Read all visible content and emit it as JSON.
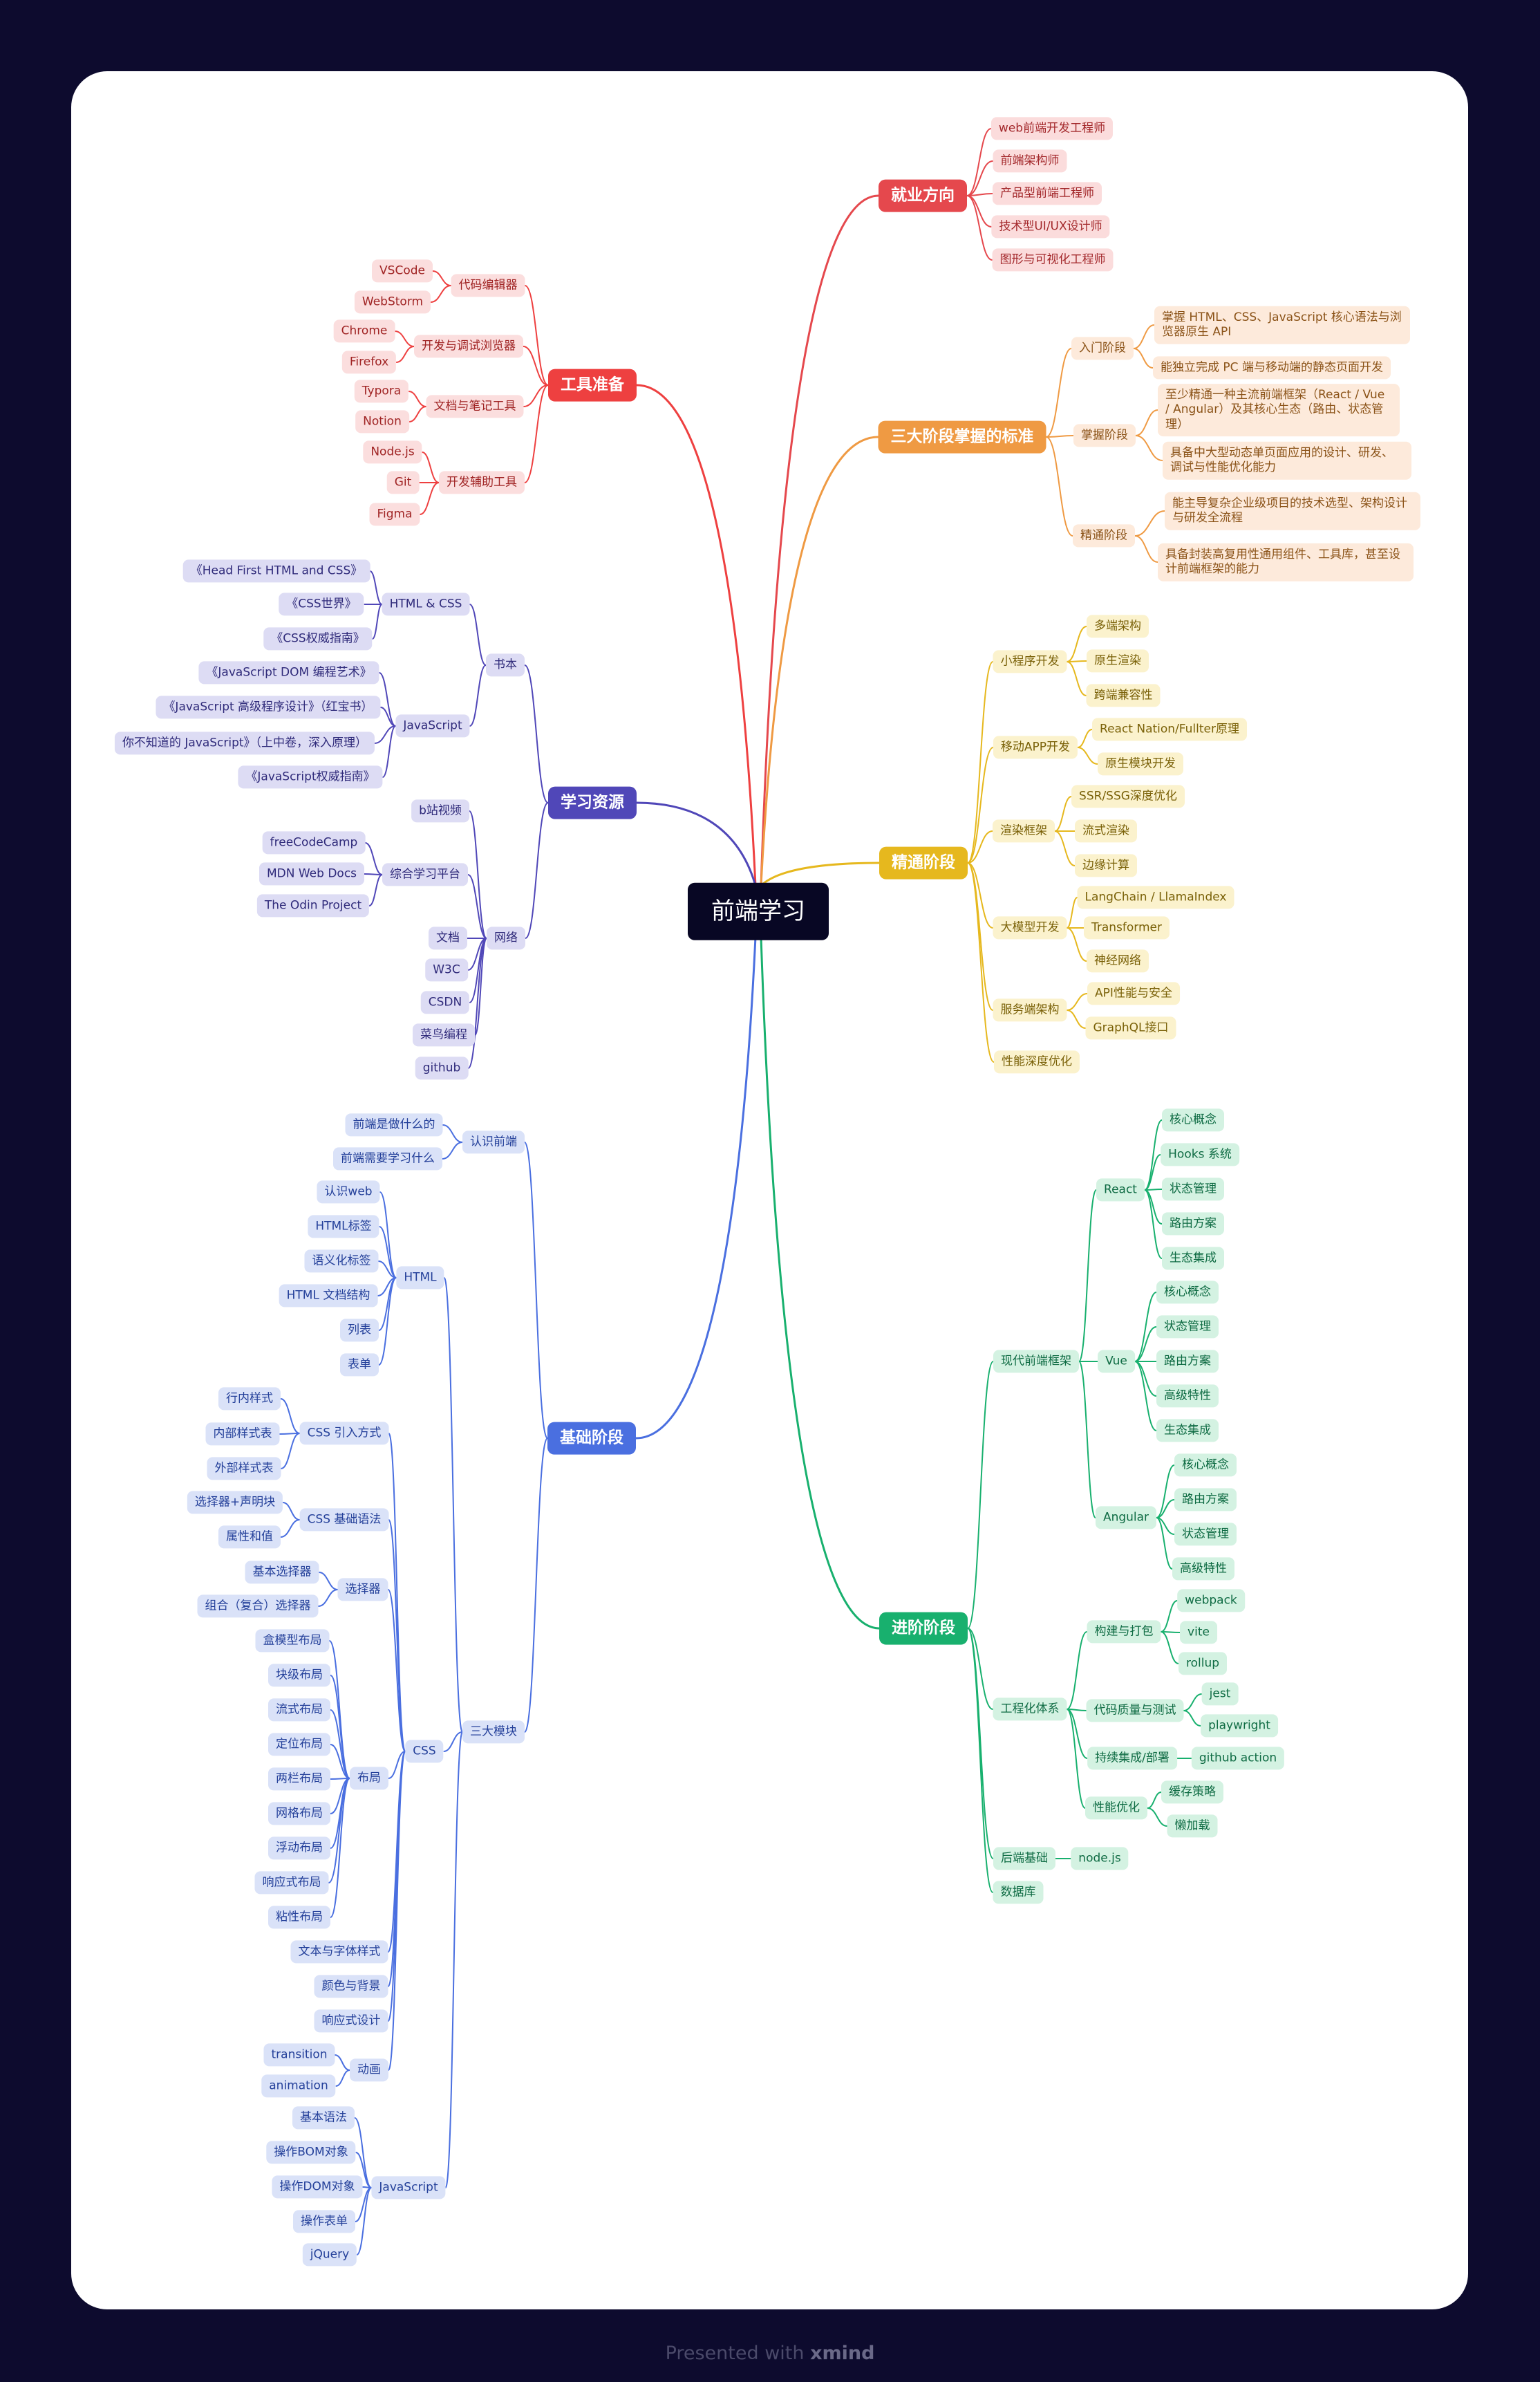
{
  "footer": {
    "presented": "Presented with",
    "brand": "xmind"
  },
  "colors": {
    "background": "#0d0b2e",
    "card": "#ffffff",
    "root": "#080724"
  },
  "mindmap": {
    "root": "前端学习",
    "branches": [
      {
        "label": "就业方向",
        "color": "#e5484d",
        "light": "#fbdcdc",
        "text": "#a3282b",
        "children": [
          {
            "label": "web前端开发工程师"
          },
          {
            "label": "前端架构师"
          },
          {
            "label": "产品型前端工程师"
          },
          {
            "label": "技术型UI/UX设计师"
          },
          {
            "label": "图形与可视化工程师"
          }
        ]
      },
      {
        "label": "三大阶段掌握的标准",
        "color": "#ef9a43",
        "light": "#fdeadb",
        "text": "#8b5318",
        "children": [
          {
            "label": "入门阶段",
            "children": [
              {
                "label": "掌握 HTML、CSS、JavaScript 核心语法与浏览器原生 API"
              },
              {
                "label": "能独立完成 PC 端与移动端的静态页面开发"
              }
            ]
          },
          {
            "label": "掌握阶段",
            "children": [
              {
                "label": "至少精通一种主流前端框架（React / Vue / Angular）及其核心生态（路由、状态管理）"
              },
              {
                "label": "具备中大型动态单页面应用的设计、研发、调试与性能优化能力"
              }
            ]
          },
          {
            "label": "精通阶段",
            "children": [
              {
                "label": "能主导复杂企业级项目的技术选型、架构设计与研发全流程"
              },
              {
                "label": "具备封装高复用性通用组件、工具库，甚至设计前端框架的能力"
              }
            ]
          }
        ]
      },
      {
        "label": "精通阶段",
        "color": "#e6b81e",
        "light": "#fbf2cd",
        "text": "#7a6108",
        "children": [
          {
            "label": "小程序开发",
            "children": [
              {
                "label": "多端架构"
              },
              {
                "label": "原生渲染"
              },
              {
                "label": "跨端兼容性"
              }
            ]
          },
          {
            "label": "移动APP开发",
            "children": [
              {
                "label": "React Nation/Fullter原理"
              },
              {
                "label": "原生模块开发"
              }
            ]
          },
          {
            "label": "渲染框架",
            "children": [
              {
                "label": "SSR/SSG深度优化"
              },
              {
                "label": "流式渲染"
              },
              {
                "label": "边缘计算"
              }
            ]
          },
          {
            "label": "大模型开发",
            "children": [
              {
                "label": "LangChain / LlamaIndex"
              },
              {
                "label": "Transformer"
              },
              {
                "label": "神经网络"
              }
            ]
          },
          {
            "label": "服务端架构",
            "children": [
              {
                "label": "API性能与安全"
              },
              {
                "label": "GraphQL接口"
              }
            ]
          },
          {
            "label": "性能深度优化"
          }
        ]
      },
      {
        "label": "进阶阶段",
        "color": "#18b06e",
        "light": "#d4f2e2",
        "text": "#0e6b43",
        "children": [
          {
            "label": "现代前端框架",
            "children": [
              {
                "label": "React",
                "children": [
                  {
                    "label": "核心概念"
                  },
                  {
                    "label": "Hooks 系统"
                  },
                  {
                    "label": "状态管理"
                  },
                  {
                    "label": "路由方案"
                  },
                  {
                    "label": "生态集成"
                  }
                ]
              },
              {
                "label": "Vue",
                "children": [
                  {
                    "label": "核心概念"
                  },
                  {
                    "label": "状态管理"
                  },
                  {
                    "label": "路由方案"
                  },
                  {
                    "label": "高级特性"
                  },
                  {
                    "label": "生态集成"
                  }
                ]
              },
              {
                "label": "Angular",
                "children": [
                  {
                    "label": "核心概念"
                  },
                  {
                    "label": "路由方案"
                  },
                  {
                    "label": "状态管理"
                  },
                  {
                    "label": "高级特性"
                  }
                ]
              }
            ]
          },
          {
            "label": "工程化体系",
            "children": [
              {
                "label": "构建与打包",
                "children": [
                  {
                    "label": "webpack"
                  },
                  {
                    "label": "vite"
                  },
                  {
                    "label": "rollup"
                  }
                ]
              },
              {
                "label": "代码质量与测试",
                "children": [
                  {
                    "label": "jest"
                  },
                  {
                    "label": "playwright"
                  }
                ]
              },
              {
                "label": "持续集成/部署",
                "children": [
                  {
                    "label": "github action"
                  }
                ]
              },
              {
                "label": "性能优化",
                "children": [
                  {
                    "label": "缓存策略"
                  },
                  {
                    "label": "懒加载"
                  }
                ]
              }
            ]
          },
          {
            "label": "后端基础",
            "children": [
              {
                "label": "node.js"
              }
            ]
          },
          {
            "label": "数据库"
          }
        ]
      },
      {
        "label": "工具准备",
        "color": "#ee4040",
        "light": "#fbdede",
        "text": "#a02424",
        "children": [
          {
            "label": "代码编辑器",
            "children": [
              {
                "label": "VSCode"
              },
              {
                "label": "WebStorm"
              }
            ]
          },
          {
            "label": "开发与调试浏览器",
            "children": [
              {
                "label": "Chrome"
              },
              {
                "label": "Firefox"
              }
            ]
          },
          {
            "label": "文档与笔记工具",
            "children": [
              {
                "label": "Typora"
              },
              {
                "label": "Notion"
              }
            ]
          },
          {
            "label": "开发辅助工具",
            "children": [
              {
                "label": "Node.js"
              },
              {
                "label": "Git"
              },
              {
                "label": "Figma"
              }
            ]
          }
        ]
      },
      {
        "label": "学习资源",
        "color": "#5047b8",
        "light": "#dddcf4",
        "text": "#2f2a7a",
        "children": [
          {
            "label": "书本",
            "children": [
              {
                "label": "HTML & CSS",
                "children": [
                  {
                    "label": "《Head First HTML and CSS》"
                  },
                  {
                    "label": "《CSS世界》"
                  },
                  {
                    "label": "《CSS权威指南》"
                  }
                ]
              },
              {
                "label": "JavaScript",
                "children": [
                  {
                    "label": "《JavaScript DOM 编程艺术》"
                  },
                  {
                    "label": "《JavaScript 高级程序设计》（红宝书）"
                  },
                  {
                    "label": "你不知道的 JavaScript》（上中卷，深入原理）"
                  },
                  {
                    "label": "《JavaScript权威指南》"
                  }
                ]
              }
            ]
          },
          {
            "label": "网络",
            "children": [
              {
                "label": "b站视频"
              },
              {
                "label": "综合学习平台",
                "children": [
                  {
                    "label": "freeCodeCamp"
                  },
                  {
                    "label": "MDN Web Docs"
                  },
                  {
                    "label": "The Odin Project"
                  }
                ]
              },
              {
                "label": "文档"
              },
              {
                "label": "W3C"
              },
              {
                "label": "CSDN"
              },
              {
                "label": "菜鸟编程"
              },
              {
                "label": "github"
              }
            ]
          }
        ]
      },
      {
        "label": "基础阶段",
        "color": "#4a6fe0",
        "light": "#dae2f8",
        "text": "#24409a",
        "children": [
          {
            "label": "认识前端",
            "children": [
              {
                "label": "前端是做什么的"
              },
              {
                "label": "前端需要学习什么"
              }
            ]
          },
          {
            "label": "三大模块",
            "children": [
              {
                "label": "HTML",
                "children": [
                  {
                    "label": "认识web"
                  },
                  {
                    "label": "HTML标签"
                  },
                  {
                    "label": "语义化标签"
                  },
                  {
                    "label": "HTML 文档结构"
                  },
                  {
                    "label": "列表"
                  },
                  {
                    "label": "表单"
                  }
                ]
              },
              {
                "label": "CSS",
                "children": [
                  {
                    "label": "CSS 引入方式",
                    "children": [
                      {
                        "label": "行内样式"
                      },
                      {
                        "label": "内部样式表"
                      },
                      {
                        "label": "外部样式表"
                      }
                    ]
                  },
                  {
                    "label": "CSS 基础语法",
                    "children": [
                      {
                        "label": "选择器+声明块"
                      },
                      {
                        "label": "属性和值"
                      }
                    ]
                  },
                  {
                    "label": "选择器",
                    "children": [
                      {
                        "label": "基本选择器"
                      },
                      {
                        "label": "组合（复合）选择器"
                      }
                    ]
                  },
                  {
                    "label": "布局",
                    "children": [
                      {
                        "label": "盒模型布局"
                      },
                      {
                        "label": "块级布局"
                      },
                      {
                        "label": "流式布局"
                      },
                      {
                        "label": "定位布局"
                      },
                      {
                        "label": "两栏布局"
                      },
                      {
                        "label": "网格布局"
                      },
                      {
                        "label": "浮动布局"
                      },
                      {
                        "label": "响应式布局"
                      },
                      {
                        "label": "粘性布局"
                      }
                    ]
                  },
                  {
                    "label": "文本与字体样式"
                  },
                  {
                    "label": "颜色与背景"
                  },
                  {
                    "label": "响应式设计"
                  },
                  {
                    "label": "动画",
                    "children": [
                      {
                        "label": "transition"
                      },
                      {
                        "label": "animation"
                      }
                    ]
                  }
                ]
              },
              {
                "label": "JavaScript",
                "children": [
                  {
                    "label": "基本语法"
                  },
                  {
                    "label": "操作BOM对象"
                  },
                  {
                    "label": "操作DOM对象"
                  },
                  {
                    "label": "操作表单"
                  },
                  {
                    "label": "jQuery"
                  }
                ]
              }
            ]
          }
        ]
      }
    ]
  }
}
